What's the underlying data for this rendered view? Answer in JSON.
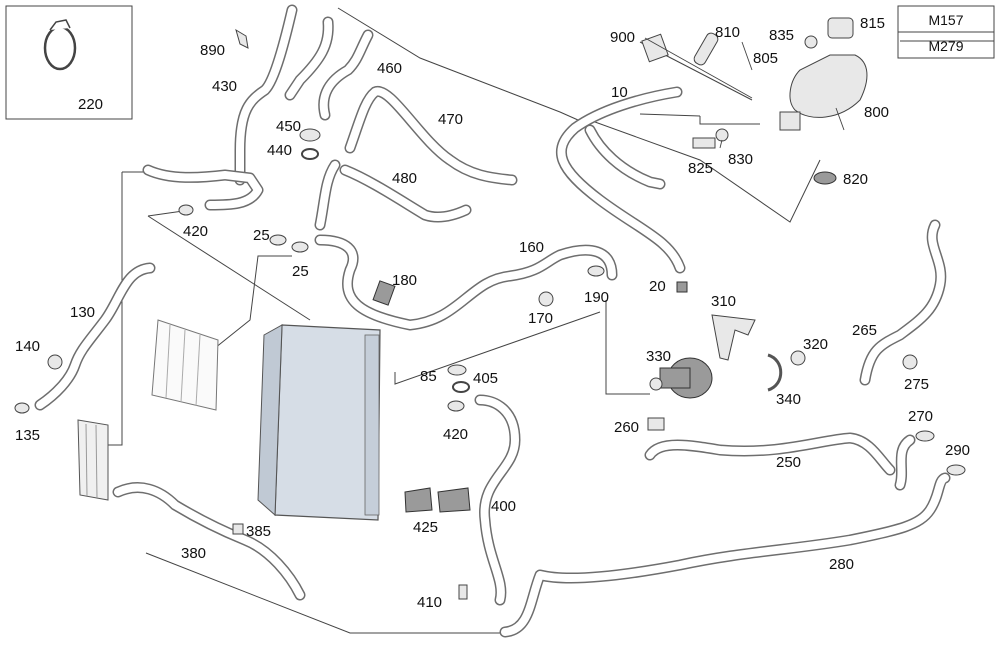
{
  "legend": {
    "variants": [
      "M157",
      "M279"
    ]
  },
  "labels": [
    {
      "id": "p220",
      "text": "220"
    },
    {
      "id": "p890",
      "text": "890"
    },
    {
      "id": "p430",
      "text": "430"
    },
    {
      "id": "p460",
      "text": "460"
    },
    {
      "id": "p450",
      "text": "450"
    },
    {
      "id": "p440",
      "text": "440"
    },
    {
      "id": "p470",
      "text": "470"
    },
    {
      "id": "p480",
      "text": "480"
    },
    {
      "id": "p420a",
      "text": "420"
    },
    {
      "id": "p25a",
      "text": "25"
    },
    {
      "id": "p25b",
      "text": "25"
    },
    {
      "id": "p160",
      "text": "160"
    },
    {
      "id": "p180",
      "text": "180"
    },
    {
      "id": "p190",
      "text": "190"
    },
    {
      "id": "p170",
      "text": "170"
    },
    {
      "id": "p20",
      "text": "20"
    },
    {
      "id": "p10",
      "text": "10"
    },
    {
      "id": "p900",
      "text": "900"
    },
    {
      "id": "p810",
      "text": "810"
    },
    {
      "id": "p835",
      "text": "835"
    },
    {
      "id": "p815",
      "text": "815"
    },
    {
      "id": "p805",
      "text": "805"
    },
    {
      "id": "p800",
      "text": "800"
    },
    {
      "id": "p825",
      "text": "825"
    },
    {
      "id": "p830",
      "text": "830"
    },
    {
      "id": "p820",
      "text": "820"
    },
    {
      "id": "p130",
      "text": "130"
    },
    {
      "id": "p140",
      "text": "140"
    },
    {
      "id": "p135",
      "text": "135"
    },
    {
      "id": "p310",
      "text": "310"
    },
    {
      "id": "p320",
      "text": "320"
    },
    {
      "id": "p330",
      "text": "330"
    },
    {
      "id": "p340",
      "text": "340"
    },
    {
      "id": "p265",
      "text": "265"
    },
    {
      "id": "p275",
      "text": "275"
    },
    {
      "id": "p85",
      "text": "85"
    },
    {
      "id": "p405",
      "text": "405"
    },
    {
      "id": "p420b",
      "text": "420"
    },
    {
      "id": "p260",
      "text": "260"
    },
    {
      "id": "p250",
      "text": "250"
    },
    {
      "id": "p270",
      "text": "270"
    },
    {
      "id": "p290",
      "text": "290"
    },
    {
      "id": "p400",
      "text": "400"
    },
    {
      "id": "p425",
      "text": "425"
    },
    {
      "id": "p385",
      "text": "385"
    },
    {
      "id": "p380",
      "text": "380"
    },
    {
      "id": "p280",
      "text": "280"
    },
    {
      "id": "p410",
      "text": "410"
    }
  ]
}
